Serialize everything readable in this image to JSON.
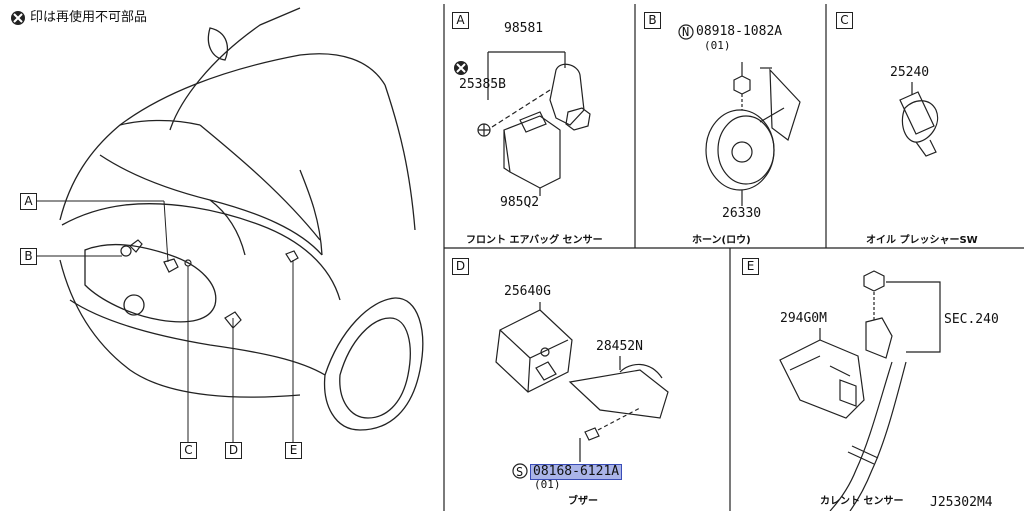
{
  "legend": {
    "marker": "✖",
    "text": "印は再使用不可部品"
  },
  "car": {
    "callouts": [
      "A",
      "B",
      "C",
      "D",
      "E"
    ]
  },
  "panels": {
    "A": {
      "label": "A",
      "parts": [
        "98581",
        "25385B",
        "985Q2"
      ],
      "caption": "フロント エアバッグ センサー"
    },
    "B": {
      "label": "B",
      "parts": [
        "08918-1082A",
        "(01)",
        "26330"
      ],
      "prefix": "N",
      "caption": "ホーン(ロウ)"
    },
    "C": {
      "label": "C",
      "parts": [
        "25240"
      ],
      "caption": "オイル プレッシャーSW"
    },
    "D": {
      "label": "D",
      "parts": [
        "25640G",
        "28452N",
        "08168-6121A",
        "(01)"
      ],
      "prefix": "S",
      "caption": "ブザー"
    },
    "E": {
      "label": "E",
      "parts": [
        "294G0M",
        "SEC.240"
      ],
      "caption": "カレント センサー"
    }
  },
  "drawing_id": "J25302M4"
}
